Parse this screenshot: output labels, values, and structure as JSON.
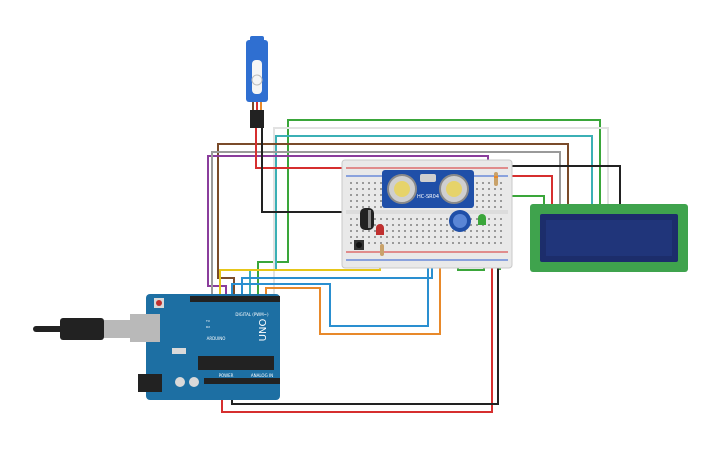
{
  "canvas": {
    "background": "#ffffff"
  },
  "components": {
    "servo": {
      "name": "servo-motor",
      "body_color": "#2f6fd1"
    },
    "breadboard": {
      "name": "breadboard",
      "color": "#e9e9e9"
    },
    "ultrasonic": {
      "label": "HC-SR04",
      "board_color": "#1f4fa8"
    },
    "lcd": {
      "name": "lcd-16x2",
      "pcb_color": "#3fa34d",
      "screen_color": "#1c2d6b"
    },
    "arduino": {
      "brand": "ARDUINO",
      "model": "UNO",
      "digital_label": "DIGITAL (PWM~)",
      "power_label": "POWER",
      "analog_label": "ANALOG IN",
      "led_tx": "TX",
      "led_rx": "RX",
      "board_color": "#1d6fa3"
    }
  },
  "wire_colors": {
    "red": "#d62f2f",
    "black": "#222222",
    "green": "#3aa63a",
    "orange": "#e8892a",
    "purple": "#8a3d9c",
    "blue": "#2a8fd0",
    "yellow": "#e6c619",
    "gray": "#9a9a9a",
    "brown": "#7a4b2a",
    "teal": "#3bb0b5",
    "white": "#f5f5f5"
  }
}
